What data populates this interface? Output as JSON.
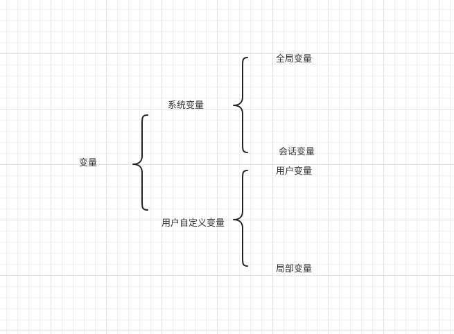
{
  "diagram": {
    "root": "变量",
    "branches": [
      {
        "label": "系统变量",
        "children": [
          "全局变量",
          "会话变量"
        ]
      },
      {
        "label": "用户自定义变量",
        "children": [
          "用户变量",
          "局部变量"
        ]
      }
    ]
  },
  "colors": {
    "text": "#333333",
    "bracket": "#222222",
    "grid_major": "#e2e2e2",
    "grid_minor": "#f1f1f1",
    "background": "#ffffff"
  }
}
